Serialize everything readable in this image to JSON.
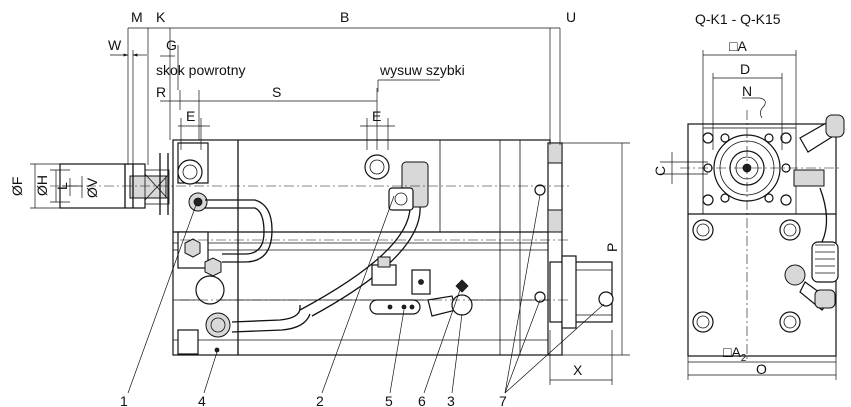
{
  "view_title": "Q-K1 - Q-K15",
  "labels": {
    "skok_powrotny": "skok powrotny",
    "wysuw_szybki": "wysuw szybki"
  },
  "dims": {
    "M": "M",
    "K": "K",
    "B": "B",
    "U": "U",
    "W": "W",
    "G": "G",
    "R": "R",
    "S": "S",
    "E1": "E",
    "E2": "E",
    "F": "ØF",
    "H": "ØH",
    "L": "L",
    "V": "ØV",
    "P": "P",
    "X": "X",
    "A": "□A",
    "D": "D",
    "N": "N",
    "C": "C",
    "A2": "□A",
    "A2_sub": "2",
    "O": "O"
  },
  "callouts": [
    "1",
    "4",
    "2",
    "5",
    "6",
    "3",
    "7"
  ]
}
